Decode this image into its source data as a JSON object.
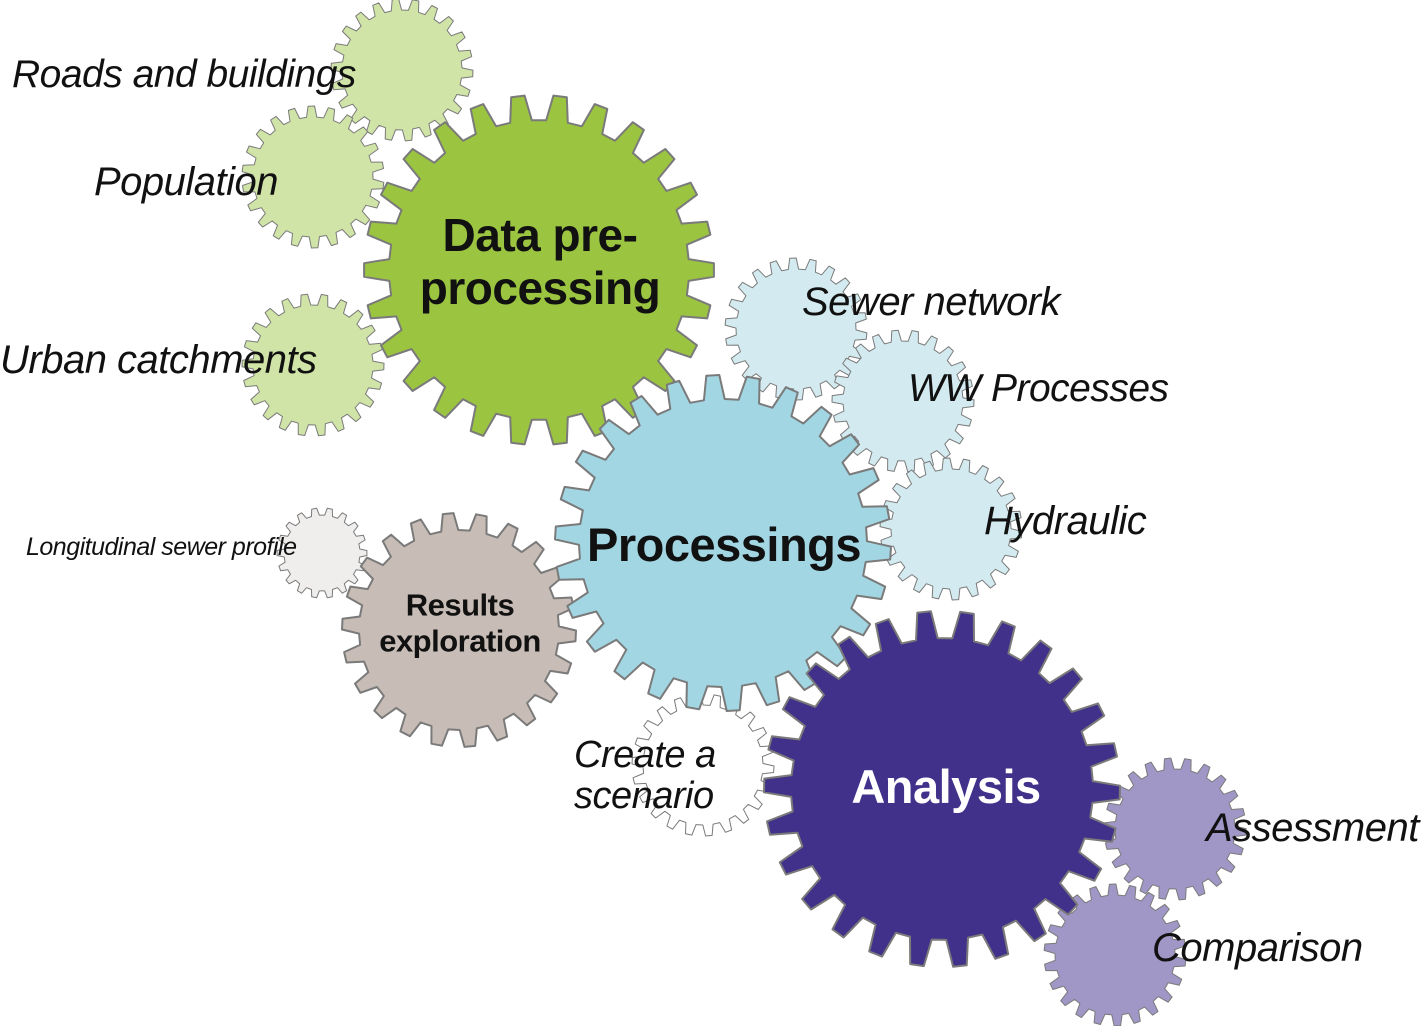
{
  "diagram": {
    "main_gears": {
      "data_preprocessing": {
        "label_line1": "Data pre-",
        "label_line2": "processing",
        "fill": "#9bc441",
        "text_color": "#111111"
      },
      "processings": {
        "label": "Processings",
        "fill": "#a2d6e3",
        "text_color": "#111111"
      },
      "analysis": {
        "label": "Analysis",
        "fill": "#42318a",
        "text_color": "#ffffff"
      },
      "results_exploration": {
        "label_line1": "Results",
        "label_line2": "exploration",
        "fill": "#c8bdb6",
        "text_color": "#111111"
      }
    },
    "sub_gears": {
      "roads_and_buildings": {
        "label": "Roads and buildings",
        "fill": "#d0e4a7"
      },
      "population": {
        "label": "Population",
        "fill": "#d0e4a7"
      },
      "urban_catchments": {
        "label": "Urban catchments",
        "fill": "#d0e4a7"
      },
      "sewer_network": {
        "label": "Sewer network",
        "fill": "#d3ebf0"
      },
      "ww_processes": {
        "label": "WW Processes",
        "fill": "#d3ebf0"
      },
      "hydraulic": {
        "label": "Hydraulic",
        "fill": "#d3ebf0"
      },
      "longitudinal_sewer_profile": {
        "label": "Longitudinal sewer profile",
        "fill": "#f0eeed"
      },
      "create_a_scenario": {
        "label_line1": "Create a",
        "label_line2": "scenario",
        "fill": "#ffffff"
      },
      "assessment": {
        "label": "Assessment",
        "fill": "#a097c6"
      },
      "comparison": {
        "label": "Comparison",
        "fill": "#a097c6"
      }
    },
    "outline_color": "#7a7a7a"
  }
}
